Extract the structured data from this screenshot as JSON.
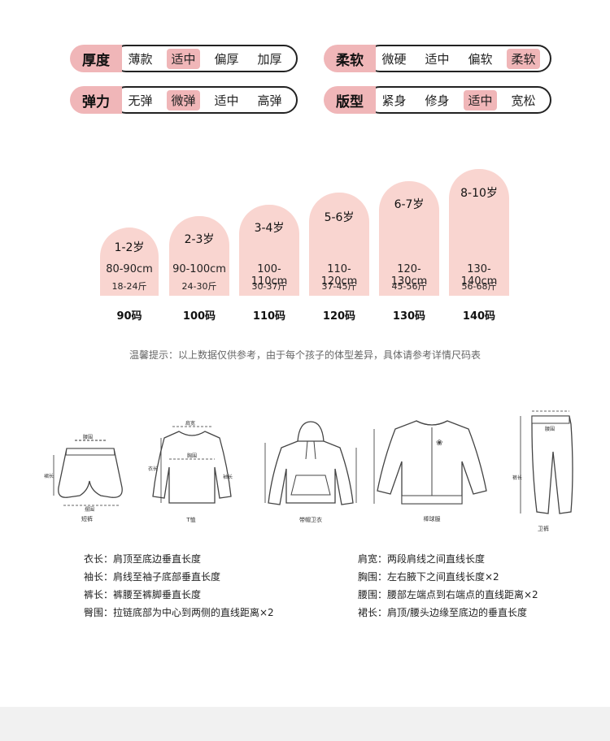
{
  "attributes": [
    {
      "label": "厚度",
      "options": [
        "薄款",
        "适中",
        "偏厚",
        "加厚"
      ],
      "selected": 1
    },
    {
      "label": "柔软",
      "options": [
        "微硬",
        "适中",
        "偏软",
        "柔软"
      ],
      "selected": 3
    },
    {
      "label": "弹力",
      "options": [
        "无弹",
        "微弹",
        "适中",
        "高弹"
      ],
      "selected": 1
    },
    {
      "label": "版型",
      "options": [
        "紧身",
        "修身",
        "适中",
        "宽松"
      ],
      "selected": 2
    }
  ],
  "sizes": [
    {
      "age": "1-2岁",
      "height": "80-90cm",
      "weight": "18-24斤",
      "code": "90码"
    },
    {
      "age": "2-3岁",
      "height": "90-100cm",
      "weight": "24-30斤",
      "code": "100码"
    },
    {
      "age": "3-4岁",
      "height": "100-110cm",
      "weight": "30-37斤",
      "code": "110码"
    },
    {
      "age": "5-6岁",
      "height": "110-120cm",
      "weight": "37-45斤",
      "code": "120码"
    },
    {
      "age": "6-7岁",
      "height": "120-130cm",
      "weight": "45-56斤",
      "code": "130码"
    },
    {
      "age": "8-10岁",
      "height": "130-140cm",
      "weight": "56-68斤",
      "code": "140码"
    }
  ],
  "tip": "温馨提示：以上数据仅供参考，由于每个孩子的体型差异，具体请参考详情尺码表",
  "garments": [
    {
      "name": "短裤",
      "labels": [
        "腰围",
        "裙长",
        "摆围"
      ]
    },
    {
      "name": "T恤",
      "labels": [
        "肩宽",
        "胸围",
        "衣长",
        "袖长"
      ]
    },
    {
      "name": "带帽卫衣",
      "labels": []
    },
    {
      "name": "棒球服",
      "labels": []
    },
    {
      "name": "卫裤",
      "labels": [
        "腰围",
        "裤长"
      ]
    }
  ],
  "measurements_left": [
    "衣长：肩顶至底边垂直长度",
    "袖长：肩线至袖子底部垂直长度",
    "裤长：裤腰至裤脚垂直长度",
    "臀围：拉链底部为中心到两侧的直线距离×2"
  ],
  "measurements_right": [
    "肩宽：两段肩线之间直线长度",
    "胸围：左右腋下之间直线长度×2",
    "腰围：腰部左端点到右端点的直线距离×2",
    "裙长：肩顶/腰头边缘至底边的垂直长度"
  ],
  "colors": {
    "accent": "#f0b6b8",
    "size_bg": "#f9d5d0"
  }
}
